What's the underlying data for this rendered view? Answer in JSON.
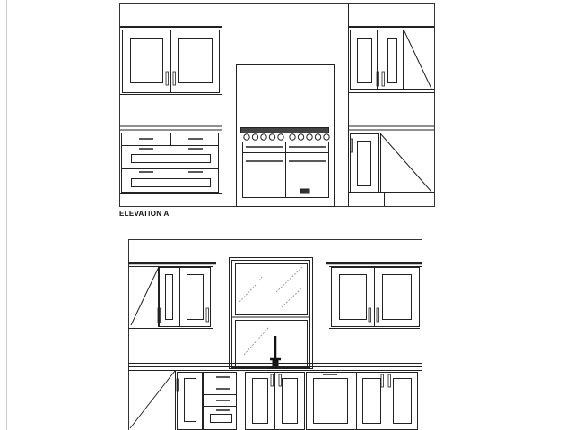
{
  "document": {
    "type": "kitchen elevation drawing",
    "stroke_color": "#222222",
    "background": "#ffffff"
  },
  "elevation_a": {
    "label": "ELEVATION A",
    "left_wall_cabinet": {
      "doors": 2,
      "handles": "center pair"
    },
    "left_base_unit": {
      "drawers": [
        "2 small top drawers",
        "1 wide drawer",
        "1 wide drawer"
      ]
    },
    "range_cooker": {
      "knobs": 10,
      "ovens": 2,
      "badge": "logo plate"
    },
    "right_wall_cabinet": {
      "doors": 2,
      "corner": "diagonal infill"
    },
    "right_base_unit": {
      "doors": 1,
      "corner": "diagonal infill"
    }
  },
  "elevation_b": {
    "label": "",
    "left_wall_cabinet": {
      "doors": 2,
      "corner": "diagonal infill"
    },
    "window": {
      "panes": 2,
      "style": "sash"
    },
    "tap": "mixer tap",
    "right_wall_cabinet": {
      "doors": 2
    },
    "base_units": [
      "corner infill",
      "single door",
      "4-drawer stack",
      "double door",
      "single door with drawer handle",
      "double door"
    ]
  }
}
